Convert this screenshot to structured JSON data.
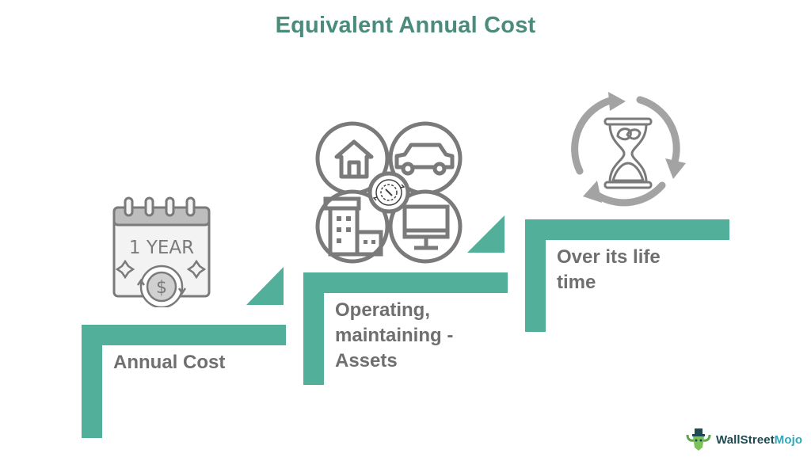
{
  "title": "Equivalent Annual Cost",
  "colors": {
    "accent_green": "#52b09a",
    "title_green": "#4a8b7c",
    "label_gray": "#6f6f6f",
    "icon_gray": "#7a7a7a"
  },
  "steps": [
    {
      "label_lines": [
        "Annual Cost"
      ],
      "icon": "calendar-one-year-dollar-icon",
      "icon_text": "1 YEAR",
      "icon_symbol": "$"
    },
    {
      "label_lines": [
        "Operating,",
        "maintaining -",
        "Assets"
      ],
      "icon": "assets-maintenance-icon"
    },
    {
      "label_lines": [
        "Over its life",
        "time"
      ],
      "icon": "hourglass-cycle-icon"
    }
  ],
  "logo": {
    "part1": "WallStreet",
    "part2": "Mojo"
  }
}
